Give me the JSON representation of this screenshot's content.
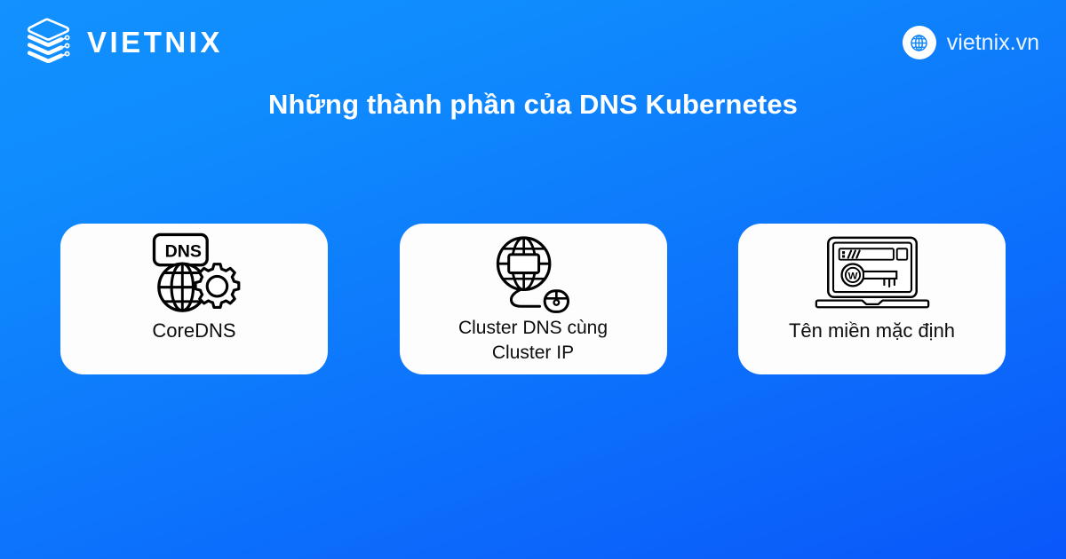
{
  "brand": {
    "logo_icon": "stacked-layers-logo-icon",
    "name": "VIETNIX"
  },
  "site": {
    "icon": "globe-icon",
    "url": "vietnix.vn"
  },
  "headline": {
    "text": "Những thành phần của DNS Kubernetes"
  },
  "colors": {
    "gradient_top": "#1391ff",
    "gradient_bottom": "#0a57fa",
    "card_background": "#fdfdfd",
    "headline_text": "#ffffff",
    "card_text": "#0d0d0d",
    "url_text": "#eaf4ff"
  },
  "cards": [
    {
      "icon": "dns-globe-gear-icon",
      "label": "CoreDNS",
      "label_lines": [
        "CoreDNS"
      ]
    },
    {
      "icon": "globe-mouse-icon",
      "label": "Cluster DNS cùng Cluster IP",
      "label_lines": [
        "Cluster DNS cùng",
        "Cluster IP"
      ]
    },
    {
      "icon": "laptop-browser-key-icon",
      "label": "Tên miền mặc định",
      "label_lines": [
        "Tên miền mặc định"
      ]
    }
  ]
}
